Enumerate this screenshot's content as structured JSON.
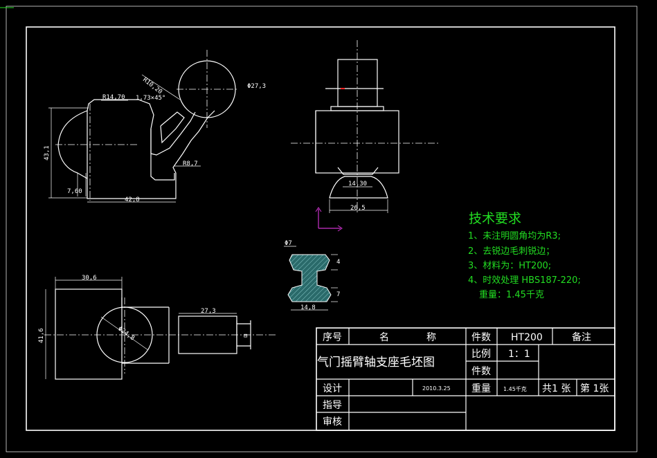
{
  "drawing": {
    "dimensions": {
      "r14_70": "R14,70",
      "c1_73": "1,73×45°",
      "r10_20": "R10,20",
      "d27_3": "Φ27,3",
      "h43_1": "43,1",
      "r8_7": "R8,7",
      "v7_60": "7,60",
      "w42_8": "42,8",
      "w14_30": "14,30",
      "w26_5": "26,5",
      "d7": "Φ7",
      "w14_8": "14,8",
      "v4": "4",
      "v7": "7",
      "w30_6": "30,6",
      "h41_6": "41,6",
      "d24_8": "Φ24,8",
      "w27_3": "27,3",
      "sec_mark": "⊟"
    },
    "tech_requirements": {
      "title": "技术要求",
      "items": [
        "1、未注明圆角均为R3;",
        "2、去锐边毛刺锐边；",
        "3、材料为：HT200;",
        "4、时效处理 HBS187-220;",
        "重量：1.45千克"
      ]
    },
    "title_block": {
      "seq_label": "序号",
      "name_label_1": "名",
      "name_label_2": "称",
      "count_label": "件数",
      "material": "HT200",
      "remark_label": "备注",
      "drawing_title": "气门摇臂轴支座毛坯图",
      "scale_label": "比例",
      "scale_value": "1：1",
      "count_label_2": "件数",
      "designer_label": "设计",
      "date": "2010.3.25",
      "weight_label": "重量",
      "weight_value": "1.45千克",
      "total_sheets": "共1 张",
      "sheet_no": "第 1张",
      "guide_label": "指导",
      "review_label": "审核"
    }
  },
  "colors": {
    "background": "#000000",
    "lines": "#ffffff",
    "requirements_text": "#22dd22",
    "ucs_icon": "#cc33cc",
    "section_hatch": "#2a6a6a"
  }
}
